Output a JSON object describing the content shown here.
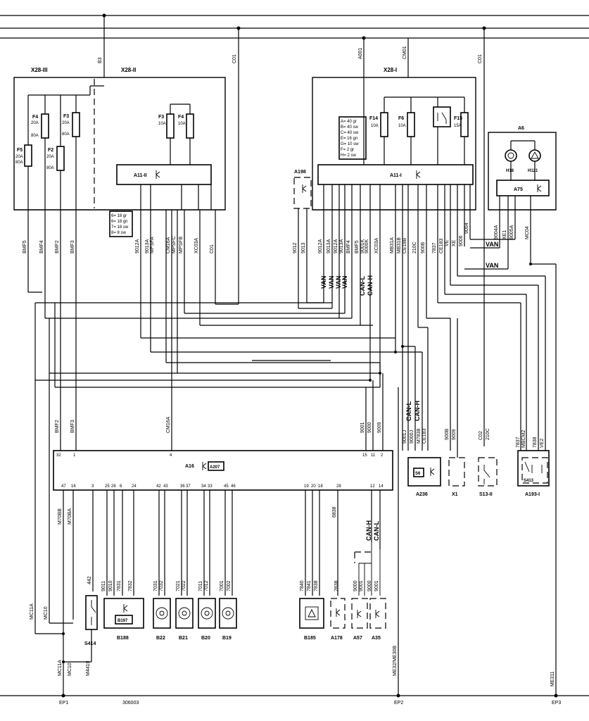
{
  "connectors": {
    "x28_iii": "X28-III",
    "x28_ii": "X28-II",
    "x28_i": "X28-I"
  },
  "fuses": {
    "f5": {
      "name": "F5",
      "ratings": [
        "20A",
        "80A"
      ]
    },
    "f4_left": {
      "name": "F4",
      "ratings": [
        "20A",
        "80A"
      ]
    },
    "f2": {
      "name": "F2",
      "ratings": [
        "20A",
        "80A"
      ]
    },
    "f3_left": {
      "name": "F3",
      "ratings": [
        "20A",
        "80A"
      ]
    },
    "f3_right": {
      "name": "F3",
      "ratings": [
        "10A"
      ]
    },
    "f4_right": {
      "name": "F4",
      "ratings": [
        "10A"
      ]
    },
    "f14": {
      "name": "F14",
      "ratings": [
        "10A"
      ]
    },
    "f6": {
      "name": "F6",
      "ratings": [
        "10A"
      ]
    },
    "f15": {
      "name": "F15",
      "ratings": [
        "15A"
      ]
    }
  },
  "modules": {
    "a11_ii": "A11-II",
    "a11_i": "A11-I",
    "a198": "A198",
    "a6": "A6",
    "h18": "H18",
    "h121": "H121",
    "a75": "A75",
    "a16": "A16",
    "a207": "A207",
    "a236": "A236",
    "s6": "S6",
    "x1": "X1",
    "s13_ii": "S13-II",
    "a193_i": "A193-I",
    "s413": "S413",
    "s414": "S414",
    "b188": "B188",
    "b197": "B197",
    "b22": "B22",
    "b21": "B21",
    "b20": "B20",
    "b19": "B19",
    "b185": "B185",
    "a178": "A178",
    "a57": "A57",
    "a35": "A35"
  },
  "color_legend_left": [
    "6= 18 gr",
    "6= 18 gn",
    "7= 18 sw",
    "8= 8 sw"
  ],
  "color_legend_right": [
    "A= 40 gr",
    "B= 40 sw",
    "C= 40 sw",
    "E= 16 gn",
    "G= 10 sw",
    "F= 2 gr",
    "H= 2 sw"
  ],
  "top_wires": {
    "b3": "B3",
    "c01_a": "C01",
    "a001": "A001",
    "cm01": "CM01",
    "c01_b": "C01"
  },
  "left_wires": [
    "BMF5",
    "BMF4",
    "BMF2",
    "BMF3"
  ],
  "a11_ii_wires": [
    "9012A",
    "9013A",
    "MPSFA",
    "CM16A",
    "MPSFC",
    "MPSFB",
    "XC03A",
    "C01"
  ],
  "a11_i_wires": [
    "9012",
    "9013",
    "9012A",
    "9013A",
    "9012A",
    "9013A",
    "BMF4",
    "BMF5",
    "9001K",
    "9000K",
    "XC03A",
    "MB31A",
    "MB31B",
    "CE18B",
    "210C",
    "900B",
    "7837",
    "CE183",
    "VE",
    "XE",
    "9006",
    "9004",
    "9004A",
    "XE1",
    "9005A",
    "MC04"
  ],
  "bus_labels": {
    "van": "VAN",
    "can_l": "CAN-L",
    "can_h": "CAN-H"
  },
  "a16_top_wires": [
    "BMF2",
    "BMF3",
    "CM16A",
    "9001",
    "9000",
    "9009"
  ],
  "a16_top_pins": [
    "32",
    "1",
    "4",
    "15",
    "11",
    "2"
  ],
  "a16_bottom_pins": [
    "47",
    "16",
    "3",
    "25",
    "26",
    "6",
    "24",
    "42",
    "43",
    "36",
    "37",
    "34",
    "33",
    "45",
    "46",
    "19",
    "20",
    "18",
    "28",
    "12",
    "14"
  ],
  "a16_bottom_wires": [
    "M70BB",
    "M70BA",
    "442",
    "9011",
    "9010",
    "7831",
    "7832",
    "7031",
    "7032",
    "7021",
    "7022",
    "7011",
    "7012",
    "7001",
    "7002",
    "7840",
    "7841",
    "7838",
    "6838",
    "CAN-H",
    "CAN-L",
    "9000",
    "9001",
    "2838",
    "9000",
    "9001"
  ],
  "a236_wires": [
    "9001J",
    "9000J",
    "M7838",
    "CE183"
  ],
  "x1_wires": [
    "900B",
    "9009"
  ],
  "s13_wires": [
    "C02",
    "210C"
  ],
  "a193_wires": [
    "7837",
    "MBCM2",
    "7838",
    "VE2"
  ],
  "ground_wires": {
    "mc11a": "MC11A",
    "mc10": "MC10",
    "m4410": "M4410",
    "me32": "ME32/ME30B",
    "me311": "ME311"
  },
  "ground_points": {
    "ep1": "EP1",
    "ep2": "EP2",
    "ep3": "EP3"
  },
  "diagram_number": "306003"
}
